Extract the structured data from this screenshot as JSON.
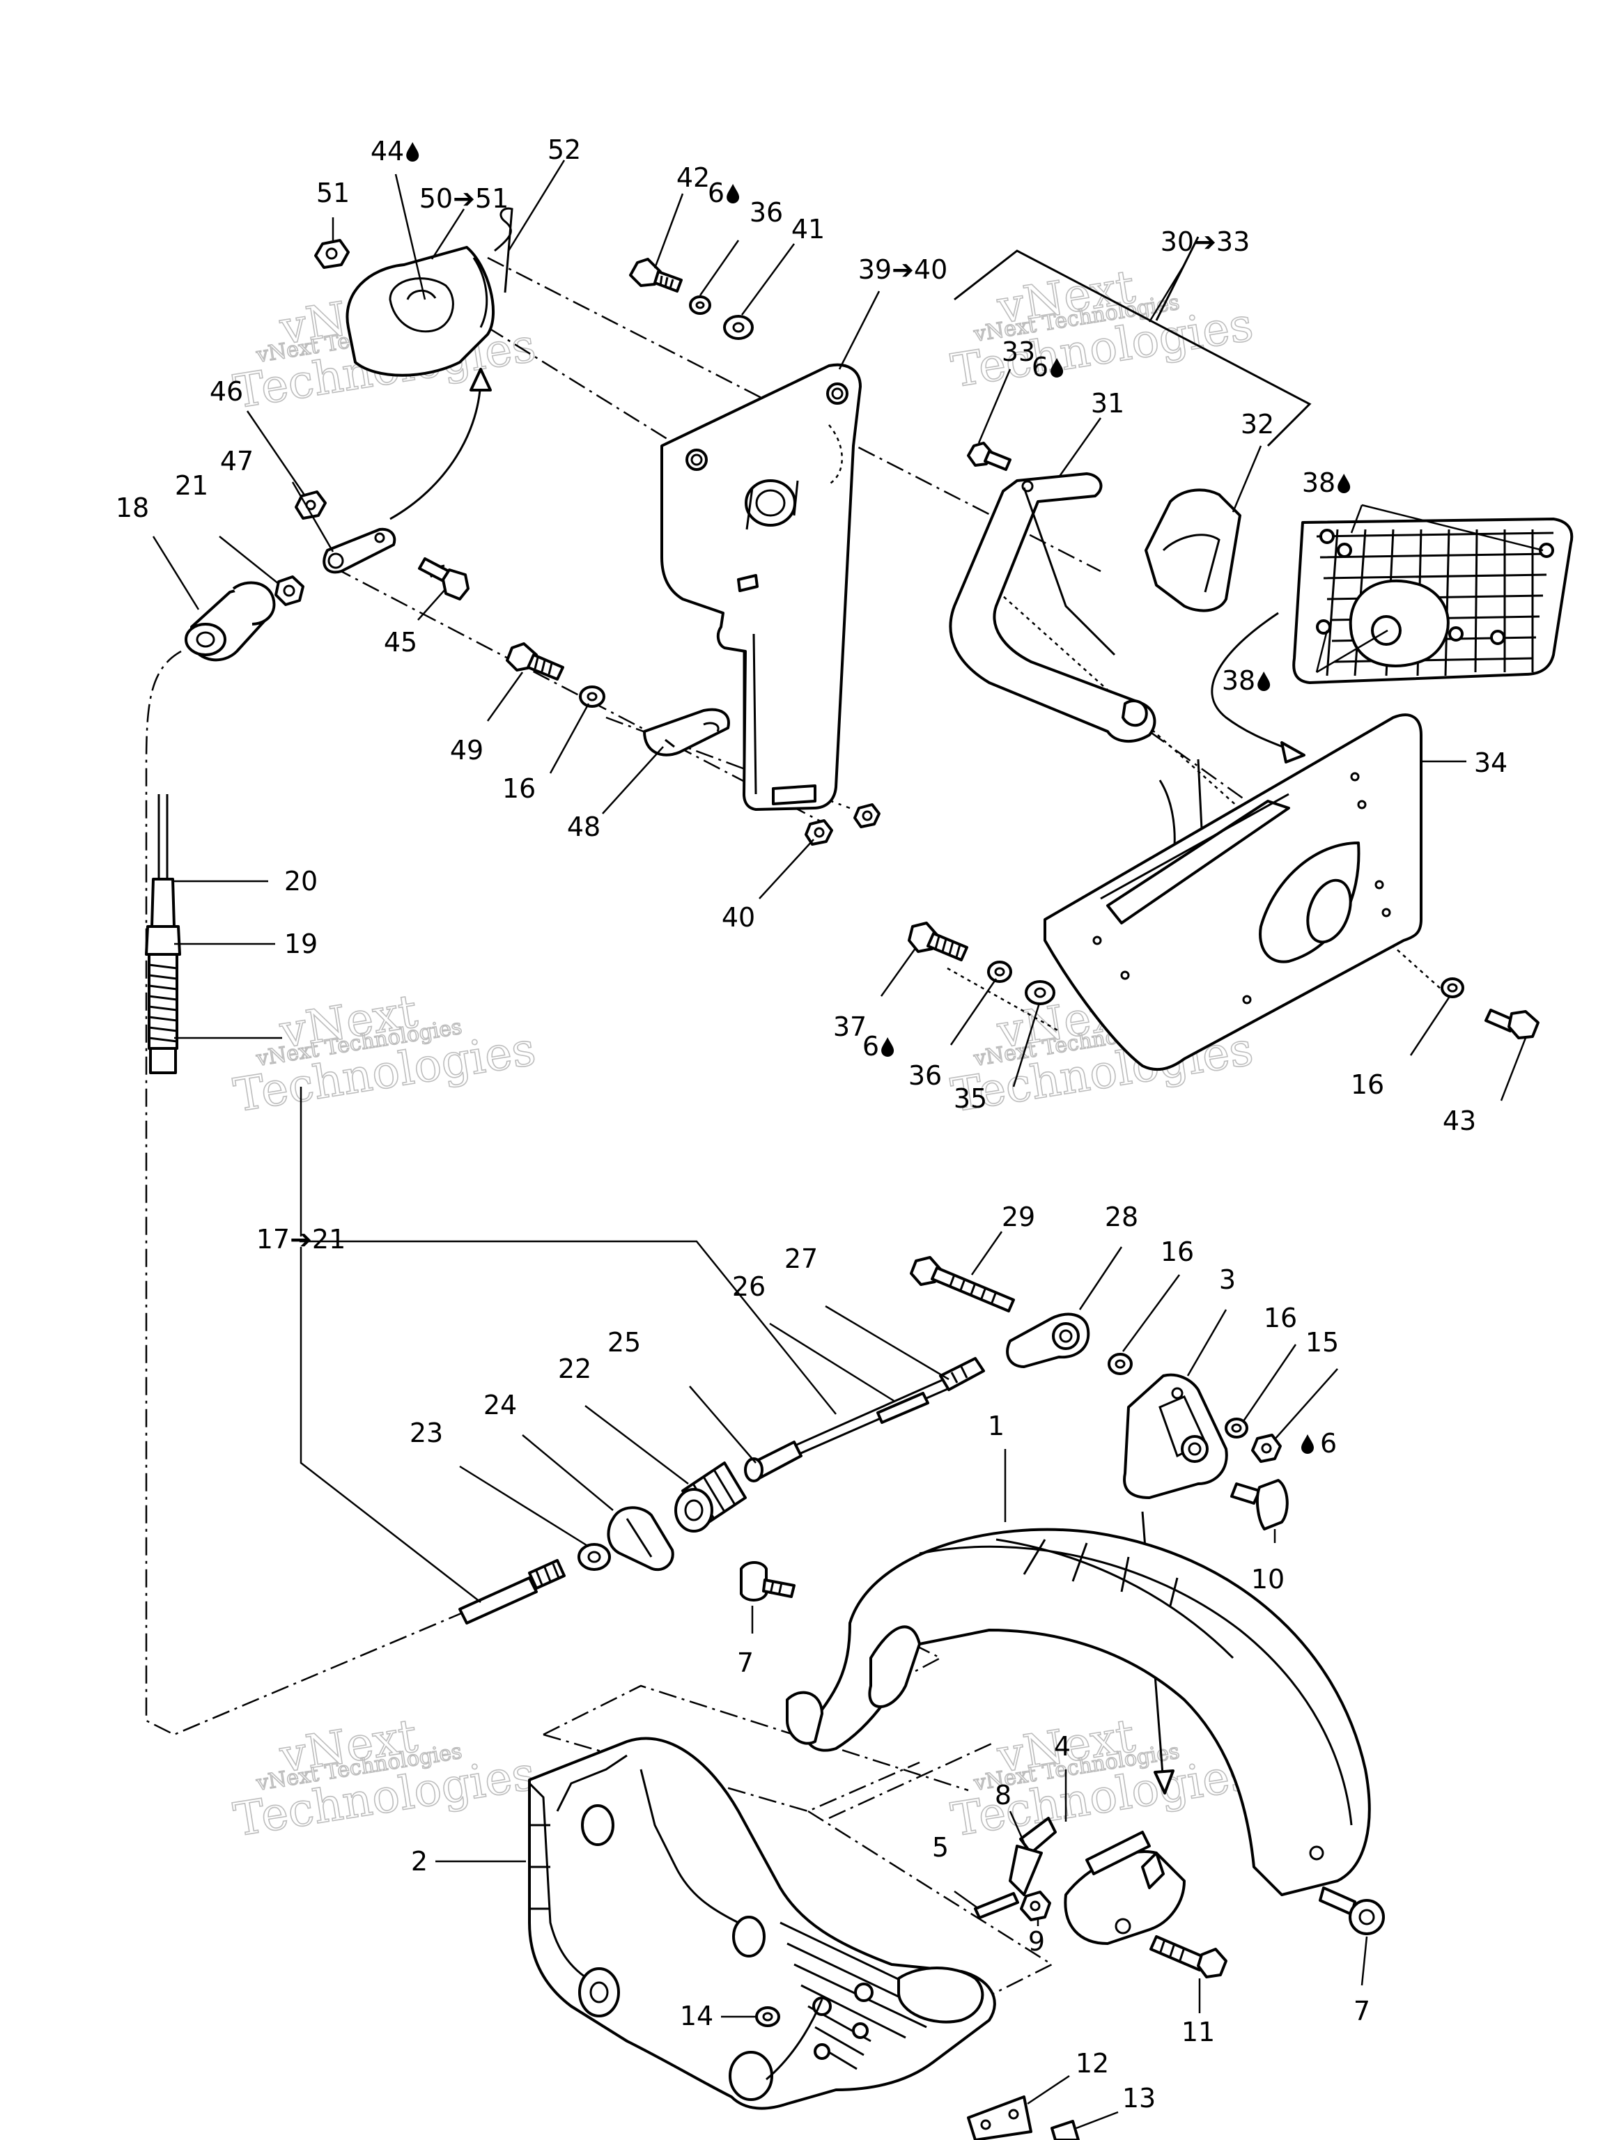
{
  "watermark": {
    "line1": "vNext",
    "line2": "vNext Technologies",
    "line3": "Technologies"
  },
  "callouts": [
    {
      "id": "c44",
      "text": "44",
      "oil": true
    },
    {
      "id": "c51a",
      "text": "51"
    },
    {
      "id": "c50",
      "text": "50➔51"
    },
    {
      "id": "c52",
      "text": "52"
    },
    {
      "id": "c42",
      "text": "42"
    },
    {
      "id": "c6a",
      "text": "6",
      "oil": true
    },
    {
      "id": "c36a",
      "text": "36"
    },
    {
      "id": "c41",
      "text": "41"
    },
    {
      "id": "c39",
      "text": "39➔40"
    },
    {
      "id": "c30",
      "text": "30➔33"
    },
    {
      "id": "c33",
      "text": "33"
    },
    {
      "id": "c6b",
      "text": "6",
      "oil": true
    },
    {
      "id": "c31",
      "text": "31"
    },
    {
      "id": "c32",
      "text": "32"
    },
    {
      "id": "c38a",
      "text": "38",
      "oil": true
    },
    {
      "id": "c38b",
      "text": "38",
      "oil": true
    },
    {
      "id": "c46",
      "text": "46"
    },
    {
      "id": "c47",
      "text": "47"
    },
    {
      "id": "c21",
      "text": "21"
    },
    {
      "id": "c18",
      "text": "18"
    },
    {
      "id": "c45",
      "text": "45"
    },
    {
      "id": "c49",
      "text": "49"
    },
    {
      "id": "c16a",
      "text": "16"
    },
    {
      "id": "c48",
      "text": "48"
    },
    {
      "id": "c40",
      "text": "40"
    },
    {
      "id": "c34",
      "text": "34"
    },
    {
      "id": "c20",
      "text": "20"
    },
    {
      "id": "c19",
      "text": "19"
    },
    {
      "id": "c37",
      "text": "37"
    },
    {
      "id": "c6c",
      "text": "6",
      "oil": true
    },
    {
      "id": "c36b",
      "text": "36"
    },
    {
      "id": "c35",
      "text": "35"
    },
    {
      "id": "c16b",
      "text": "16"
    },
    {
      "id": "c43",
      "text": "43"
    },
    {
      "id": "c17",
      "text": "17➔21"
    },
    {
      "id": "c29",
      "text": "29"
    },
    {
      "id": "c28",
      "text": "28"
    },
    {
      "id": "c27",
      "text": "27"
    },
    {
      "id": "c26",
      "text": "26"
    },
    {
      "id": "c16c",
      "text": "16"
    },
    {
      "id": "c3",
      "text": "3"
    },
    {
      "id": "c25",
      "text": "25"
    },
    {
      "id": "c22",
      "text": "22"
    },
    {
      "id": "c16d",
      "text": "16"
    },
    {
      "id": "c15",
      "text": "15"
    },
    {
      "id": "c24",
      "text": "24"
    },
    {
      "id": "c23",
      "text": "23"
    },
    {
      "id": "c1",
      "text": "1"
    },
    {
      "id": "c6d",
      "text": "6",
      "oil": true,
      "oil_first": true
    },
    {
      "id": "c10",
      "text": "10"
    },
    {
      "id": "c7a",
      "text": "7"
    },
    {
      "id": "c4",
      "text": "4"
    },
    {
      "id": "c8",
      "text": "8"
    },
    {
      "id": "c2",
      "text": "2"
    },
    {
      "id": "c5",
      "text": "5"
    },
    {
      "id": "c9",
      "text": "9"
    },
    {
      "id": "c11",
      "text": "11"
    },
    {
      "id": "c7b",
      "text": "7"
    },
    {
      "id": "c14",
      "text": "14"
    },
    {
      "id": "c12",
      "text": "12"
    },
    {
      "id": "c13",
      "text": "13"
    }
  ]
}
